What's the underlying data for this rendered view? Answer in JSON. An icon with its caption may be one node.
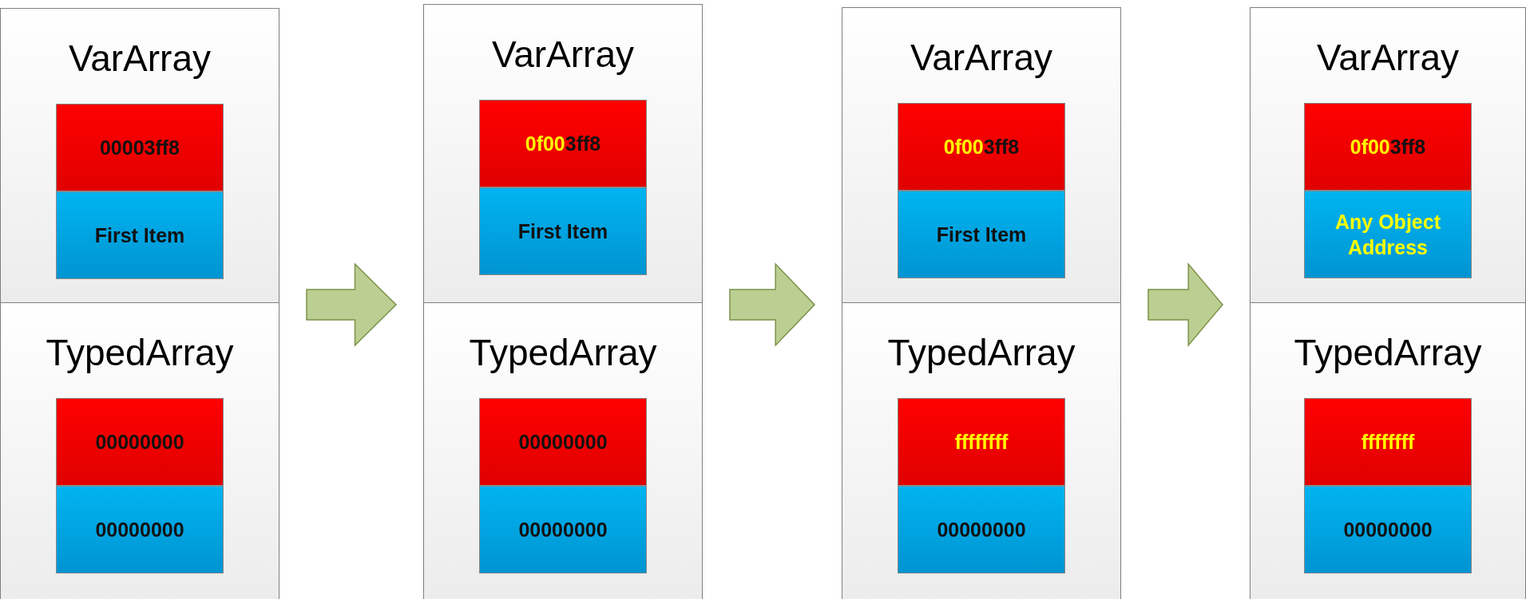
{
  "diagram": {
    "nodes": [
      {
        "text": [],
        "shape": "box"
      },
      {
        "text": [
          "VarArray"
        ],
        "in": 0
      },
      {
        "text": [
          "00003ff8"
        ],
        "in": 1
      },
      {
        "text": [
          "First Item"
        ],
        "in": 1
      },
      {
        "text": [
          "TypedArray"
        ],
        "in": 0
      },
      {
        "text": [
          "00000000"
        ],
        "in": 4
      },
      {
        "text": [
          "00000000"
        ],
        "in": 4
      },
      {
        "text": [],
        "shape": "box"
      },
      {
        "text": [
          "VarArray"
        ],
        "in": 7
      },
      {
        "text": [
          "**0f00**3ff8"
        ],
        "in": 8
      },
      {
        "text": [
          "First Item"
        ],
        "in": 8
      },
      {
        "text": [
          "TypedArray"
        ],
        "in": 7
      },
      {
        "text": [
          "00000000"
        ],
        "in": 11
      },
      {
        "text": [
          "00000000"
        ],
        "in": 11
      },
      {
        "text": [],
        "shape": "box"
      },
      {
        "text": [
          "VarArray"
        ],
        "in": 14
      },
      {
        "text": [
          "**0f00**3ff8"
        ],
        "in": 15
      },
      {
        "text": [
          "First Item"
        ],
        "in": 15
      },
      {
        "text": [
          "TypedArray"
        ],
        "in": 14
      },
      {
        "text": [
          "ffffffff"
        ],
        "in": 18
      },
      {
        "text": [
          "00000000"
        ],
        "in": 18
      },
      {
        "text": [],
        "shape": "box"
      },
      {
        "text": [
          "VarArray"
        ],
        "in": 21
      },
      {
        "text": [
          "**0f00**3ff8"
        ],
        "in": 22
      },
      {
        "text": [
          "Any Object Address"
        ],
        "in": 22
      },
      {
        "text": [
          "TypedArray"
        ],
        "in": 21
      },
      {
        "text": [
          "ffffffff"
        ],
        "in": 25
      },
      {
        "text": [
          "00000000"
        ],
        "in": 25
      }
    ],
    "edges": [
      {
        "from": 0,
        "to": 7,
        "arrow": "to"
      },
      {
        "from": 7,
        "to": 14,
        "arrow": "to"
      },
      {
        "from": 14,
        "to": 21,
        "arrow": "to"
      }
    ]
  }
}
